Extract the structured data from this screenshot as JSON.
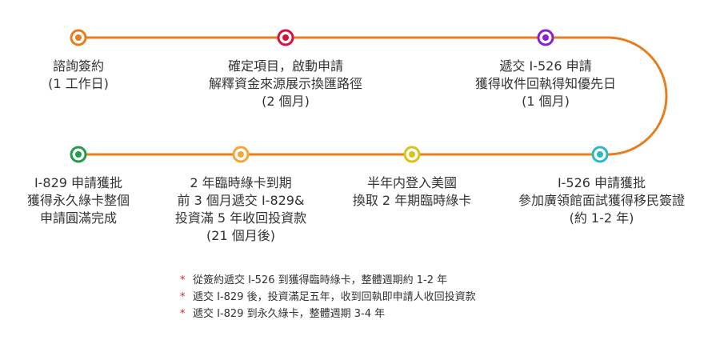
{
  "colors": {
    "line": "#e87d1e",
    "steps": [
      "#e87d1e",
      "#d8103c",
      "#8a1fcf",
      "#2bb8c6",
      "#d9c21a",
      "#f4a737",
      "#1e9e4a"
    ]
  },
  "steps": [
    {
      "id": "consult",
      "color_index": 0,
      "lines": [
        "諮詢簽約",
        "(1 工作日)"
      ]
    },
    {
      "id": "confirm",
      "color_index": 1,
      "lines": [
        "確定項目，啟動申請",
        "解釋資金來源展示換匯路徑",
        "(2 個月)"
      ]
    },
    {
      "id": "submit-i526",
      "color_index": 2,
      "lines": [
        "遞交 I-526 申請",
        "獲得收件回執得知優先日",
        "(1 個月)"
      ]
    },
    {
      "id": "i526-approved",
      "color_index": 3,
      "lines": [
        "I-526 申請獲批",
        "參加廣領館面試獲得移民簽證",
        "(約 1-2 年)"
      ]
    },
    {
      "id": "enter-us",
      "color_index": 4,
      "lines": [
        "半年内登入美國",
        "換取 2 年期臨時綠卡"
      ]
    },
    {
      "id": "submit-i829",
      "color_index": 5,
      "lines": [
        "2 年臨時綠卡到期",
        "前 3 個月遞交 I-829&",
        "投資滿 5 年收回投資款",
        "(21 個月後)"
      ]
    },
    {
      "id": "i829-approved",
      "color_index": 6,
      "lines": [
        "I-829 申請獲批",
        "獲得永久綠卡整個",
        "申請圓滿完成"
      ]
    }
  ],
  "notes": [
    {
      "marker": "*",
      "text": "從簽約遞交 I-526 到獲得臨時綠卡，整體週期約 1-2 年"
    },
    {
      "marker": "*",
      "text": "遞交 I-829 後，投資滿足五年，收到回執即申請人收回投資款"
    },
    {
      "marker": "*",
      "text": "遞交 I-829 到永久綠卡，整體週期 3-4 年"
    }
  ]
}
